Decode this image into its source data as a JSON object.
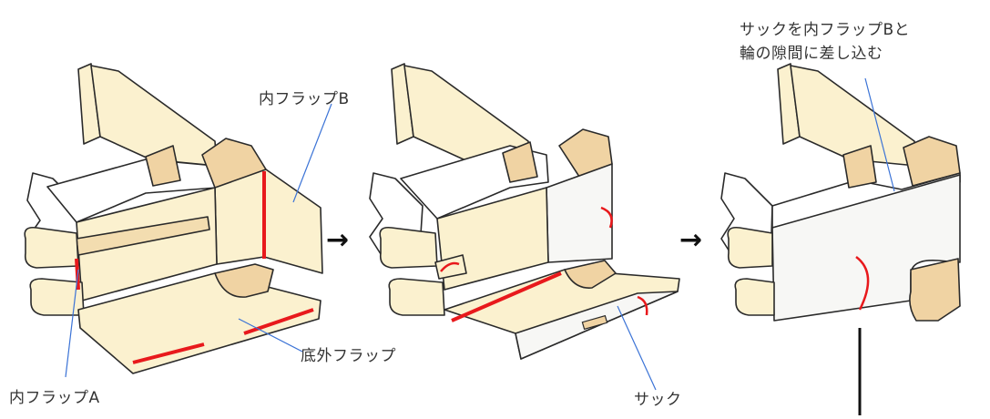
{
  "labels": {
    "inner_flap_b": "内フラップB",
    "inner_flap_a": "内フラップA",
    "bottom_outer_flap": "底外フラップ",
    "tuck_middle": "サック",
    "tuck_instruction_line1": "サックを内フラップBと",
    "tuck_instruction_line2": "輪の隙間に差し込む"
  },
  "step_arrow": "→",
  "colors": {
    "cream": "#fbf1cf",
    "cream_dark": "#f3ddb0",
    "tan": "#f0d3a3",
    "white_panel": "#f7f7f5",
    "crease_red": "#e8191c",
    "leader_blue": "#3b73d6",
    "outline": "#2a2a2a"
  }
}
